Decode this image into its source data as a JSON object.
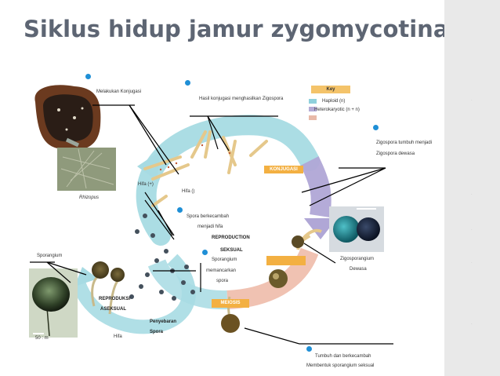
{
  "slide": {
    "title": "Siklus hidup jamur zygomycotina"
  },
  "diagram": {
    "labels": {
      "konjugasi_step": "Melakukan Konjugasi",
      "hasil_konjugasi": "Hasil konjugasi menghasilkan Zigospora",
      "zigospora_tumbuh_1": "Zigospora tumbuh menjadi",
      "zigospora_tumbuh_2": "Zigospora dewasa",
      "hifa_plus": "Hifa (+)",
      "hifa_minus": "Hifa ()",
      "rhizopus": "Rhizopus",
      "spora_berkecambah_1": "Spora berkecambah",
      "spora_berkecambah_2": "menjadi hifa",
      "sporangium": "Sporangium",
      "sporangium_memancar_1": "Sporangium",
      "sporangium_memancar_2": "memancarkan",
      "sporangium_memancar_3": "spora",
      "zigosporangium_1": "Zigosporangium",
      "zigosporangium_2": "Dewasa",
      "penyebaran_1": "Penyebaran",
      "penyebaran_2": "Spora",
      "hifa": "Hifa",
      "scale": "50 : m",
      "tumbuh_1": "Tumbuh dan berkecambah",
      "tumbuh_2": "Membentuk sporangium seksual"
    },
    "stages": {
      "konjugasi": "KONJUGASI",
      "reproduksi_seksual_1": "REPRODUCTION",
      "reproduksi_seksual_2": "SEKSUAL",
      "reproduksi_aseksual_1": "REPRODUKSI",
      "reproduksi_aseksual_2": "ASEKSUAL",
      "meiosis": "MEIOSIS"
    },
    "key": {
      "title": "Key",
      "items": [
        {
          "label": "Haploid (n)",
          "color": "#8fd0dc"
        },
        {
          "label": "Heterokaryotic (n + n)",
          "color": "#b4abd6"
        },
        {
          "label": "",
          "color": "#e8b9a8"
        }
      ]
    },
    "colors": {
      "cycle_haploid": "#a7dbe3",
      "cycle_hetero": "#b0a7d6",
      "cycle_diploid": "#efbfae",
      "accent_orange": "#f3b042",
      "step_dot": "#1f8fd6"
    }
  }
}
